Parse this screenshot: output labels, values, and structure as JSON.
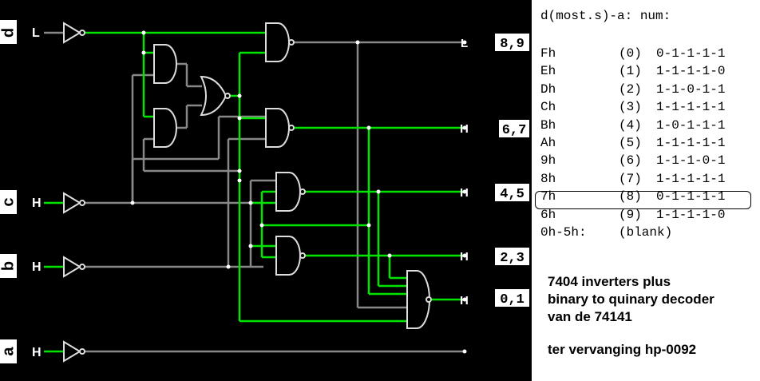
{
  "inputs": [
    {
      "name": "d",
      "state": "L"
    },
    {
      "name": "c",
      "state": "H"
    },
    {
      "name": "b",
      "state": "H"
    },
    {
      "name": "a",
      "state": "H"
    }
  ],
  "outputs": [
    {
      "state": "L",
      "digits": "8,9"
    },
    {
      "state": "H",
      "digits": "6,7"
    },
    {
      "state": "H",
      "digits": "4,5"
    },
    {
      "state": "H",
      "digits": "2,3"
    },
    {
      "state": "H",
      "digits": "0,1"
    }
  ],
  "table": {
    "header": "d(most.s)-a: num:",
    "rows": [
      {
        "hex": "Fh",
        "num": "(0)",
        "bits": "0-1-1-1-1"
      },
      {
        "hex": "Eh",
        "num": "(1)",
        "bits": "1-1-1-1-0"
      },
      {
        "hex": "Dh",
        "num": "(2)",
        "bits": "1-1-0-1-1"
      },
      {
        "hex": "Ch",
        "num": "(3)",
        "bits": "1-1-1-1-1"
      },
      {
        "hex": "Bh",
        "num": "(4)",
        "bits": "1-0-1-1-1"
      },
      {
        "hex": "Ah",
        "num": "(5)",
        "bits": "1-1-1-1-1"
      },
      {
        "hex": "9h",
        "num": "(6)",
        "bits": "1-1-1-0-1"
      },
      {
        "hex": "8h",
        "num": "(7)",
        "bits": "1-1-1-1-1"
      },
      {
        "hex": "7h",
        "num": "(8)",
        "bits": "0-1-1-1-1"
      },
      {
        "hex": "6h",
        "num": "(9)",
        "bits": "1-1-1-1-0"
      },
      {
        "hex": "0h-5h:",
        "num": "",
        "bits": "(blank)"
      }
    ],
    "highlighted_row": "7h"
  },
  "caption": {
    "line1": "7404 inverters plus",
    "line2": "binary to quinary decoder",
    "line3": "van de 74141",
    "note": "ter vervanging hp-0092"
  },
  "colors": {
    "active_wire": "#00e600",
    "inactive_wire": "#888888",
    "gate_fill": "#ffffff",
    "background": "#000000"
  }
}
